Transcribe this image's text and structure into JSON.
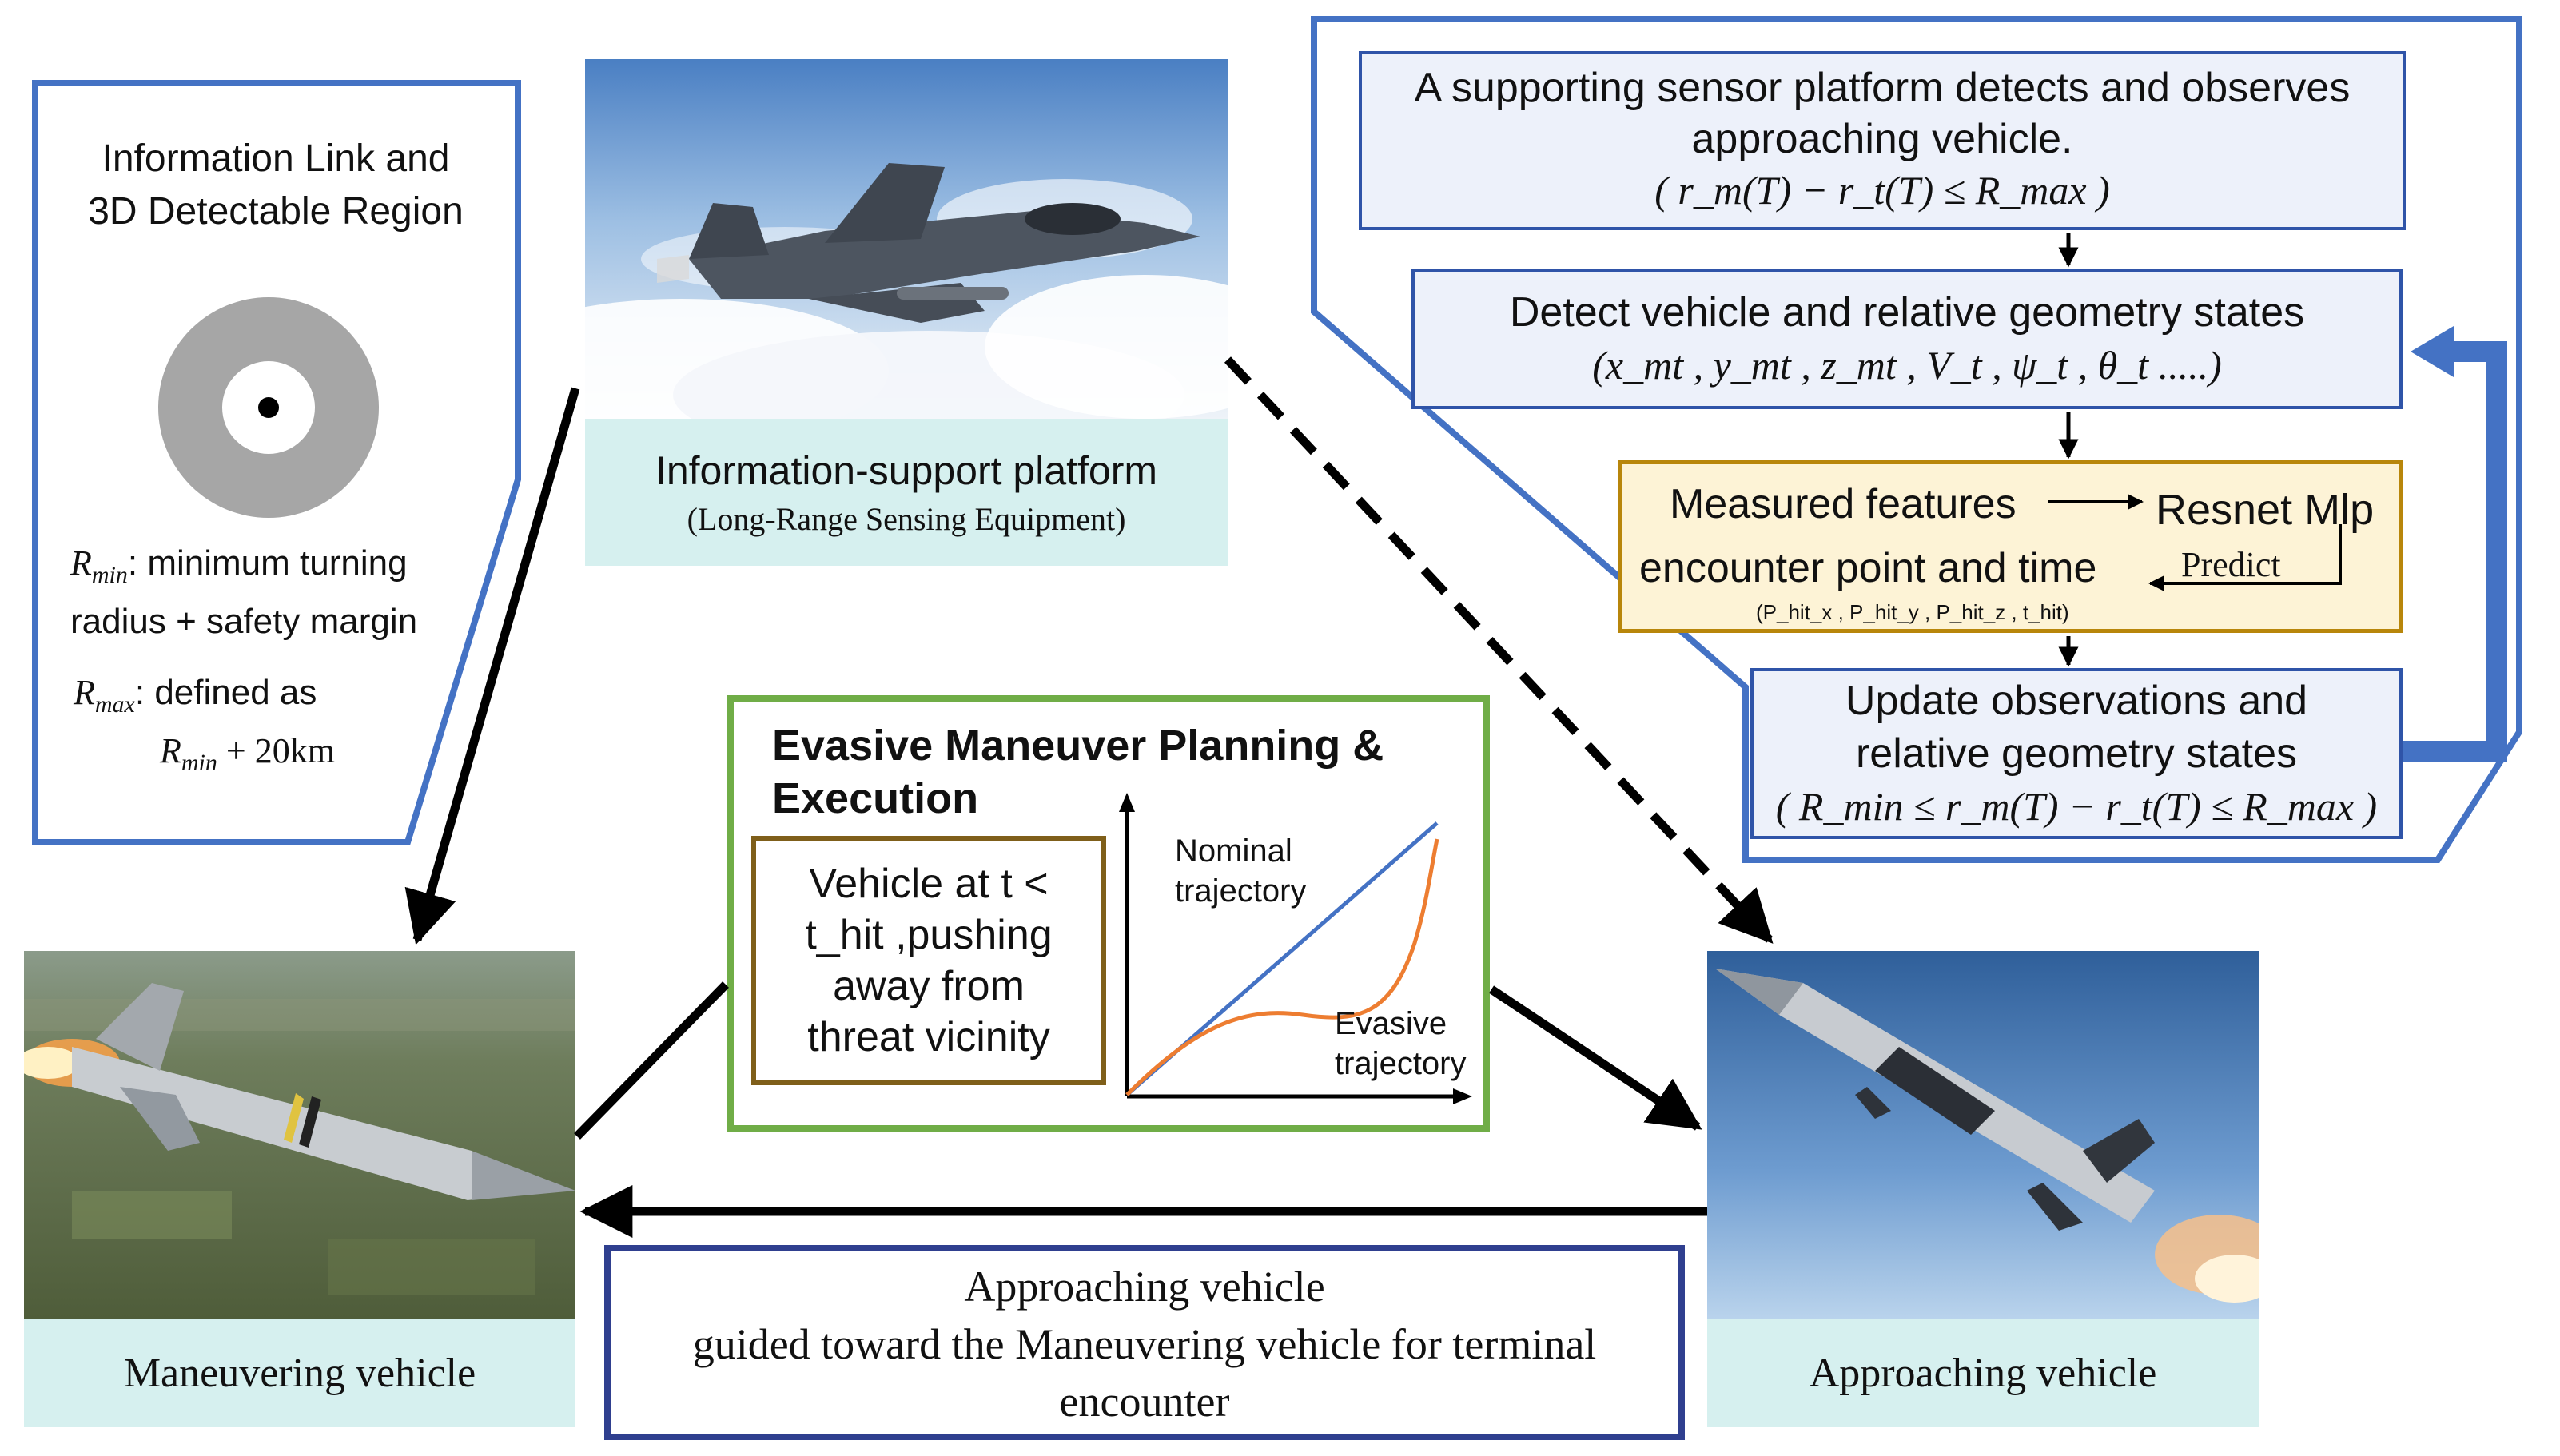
{
  "left_panel": {
    "title_line1": "Information Link and",
    "title_line2": "3D  Detectable Region",
    "rmin_symbol": "R",
    "rmin_sub": "min",
    "rmin_desc": ": minimum turning radius + safety margin",
    "rmax_symbol": "R",
    "rmax_sub": "max",
    "rmax_desc": ": defined as",
    "rmax_formula_symbol": "R",
    "rmax_formula_sub": "min",
    "rmax_formula_rest": " + 20km"
  },
  "platform": {
    "caption": "Information-support platform",
    "subcaption": "(Long-Range Sensing Equipment)"
  },
  "flow": {
    "step1_line1": "A supporting sensor platform detects and observes",
    "step1_line2": "approaching vehicle.",
    "step1_formula": "(  r_m(T) − r_t(T) ≤ R_max  )",
    "step2_line1": "Detect vehicle and relative geometry states",
    "step2_formula": "(x_mt ,  y_mt , z_mt , V_t , ψ_t , θ_t .....)",
    "step3_features": "Measured features",
    "step3_model": "Resnet Mlp",
    "step3_predict": "Predict",
    "step3_output": "encounter point and time",
    "step3_vars": "(P_hit_x , P_hit_y , P_hit_z , t_hit)",
    "step4_line1": "Update observations and",
    "step4_line2": "relative geometry states",
    "step4_formula": "( R_min ≤ r_m(T) − r_t(T) ≤ R_max )"
  },
  "evasive": {
    "title_line1": "Evasive Maneuver Planning &",
    "title_line2": "Execution",
    "vehicle_line1": "Vehicle at t <",
    "vehicle_line2": "t_hit ,pushing",
    "vehicle_line3": "away from",
    "vehicle_line4": "threat vicinity",
    "nominal_label_1": "Nominal",
    "nominal_label_2": "trajectory",
    "evasive_label_1": "Evasive",
    "evasive_label_2": "trajectory",
    "nominal_color": "#4472c4",
    "evasive_color": "#ed7d31"
  },
  "maneuvering": {
    "caption": "Maneuvering vehicle"
  },
  "approaching": {
    "caption": "Approaching vehicle"
  },
  "guidance": {
    "line1": "Approaching vehicle",
    "line2": "guided toward the Maneuvering vehicle for terminal",
    "line3": "encounter"
  },
  "colors": {
    "panel_border": "#4472c4",
    "flow_border": "#2f54a8",
    "flow_fill": "#edf1fa",
    "model_border": "#b8860b",
    "model_fill": "#fdf3d6",
    "evasive_border": "#70ad47",
    "vehicle_box_border": "#7f5f1a",
    "caption_fill": "#d6f0ef",
    "guidance_border": "#2f3f8f"
  }
}
